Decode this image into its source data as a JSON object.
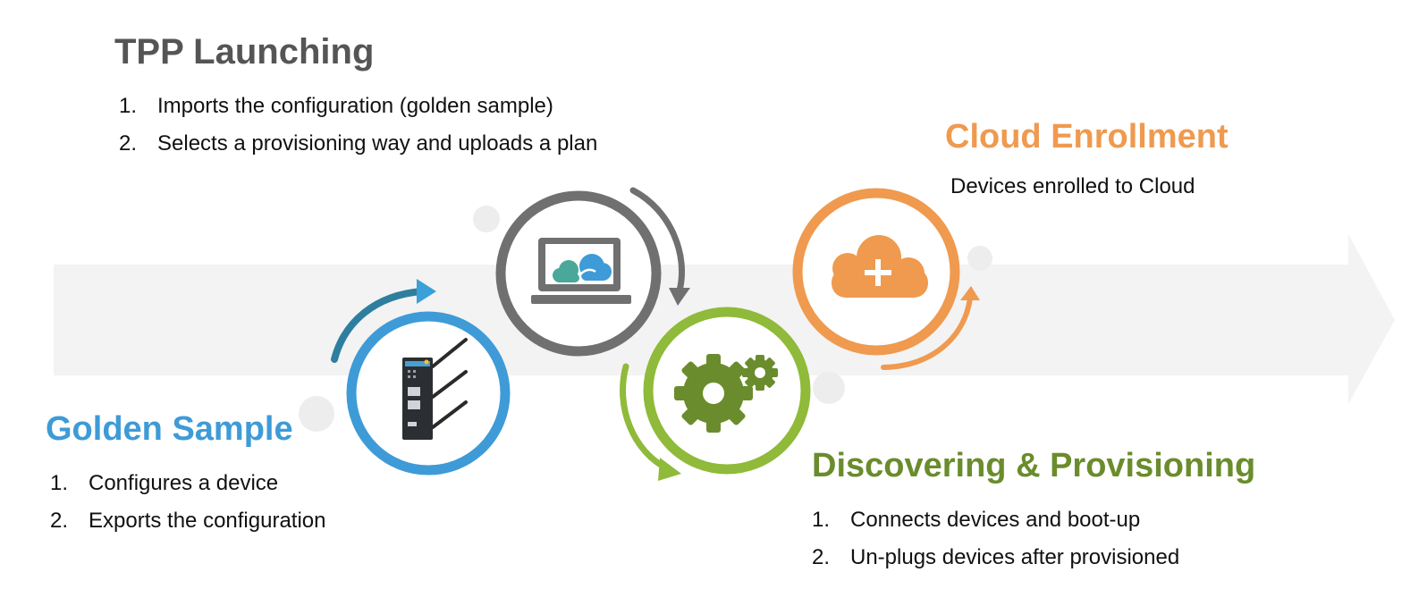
{
  "colors": {
    "tpp": "#555555",
    "golden": "#3e9bd7",
    "discovering": "#6a8c2c",
    "discovering_ring": "#8fba3a",
    "cloud": "#ef9a4f",
    "gray_ring": "#707070",
    "band": "#f3f3f3"
  },
  "icons": {
    "golden": "industrial-router-icon",
    "tpp": "laptop-cloud-icon",
    "discovering": "gears-icon",
    "cloud": "cloud-plus-icon"
  },
  "stages": {
    "tpp": {
      "title": "TPP Launching",
      "steps": [
        {
          "num": "1.",
          "text": "Imports the configuration (golden sample)"
        },
        {
          "num": "2.",
          "text": "Selects a provisioning way and uploads a plan"
        }
      ]
    },
    "cloud": {
      "title": "Cloud Enrollment",
      "description": "Devices enrolled to Cloud"
    },
    "golden": {
      "title": "Golden Sample",
      "steps": [
        {
          "num": "1.",
          "text": "Configures a device"
        },
        {
          "num": "2.",
          "text": "Exports the configuration"
        }
      ]
    },
    "discovering": {
      "title": "Discovering & Provisioning",
      "steps": [
        {
          "num": "1.",
          "text": "Connects devices and boot-up"
        },
        {
          "num": "2.",
          "text": "Un-plugs devices after provisioned"
        }
      ]
    }
  }
}
